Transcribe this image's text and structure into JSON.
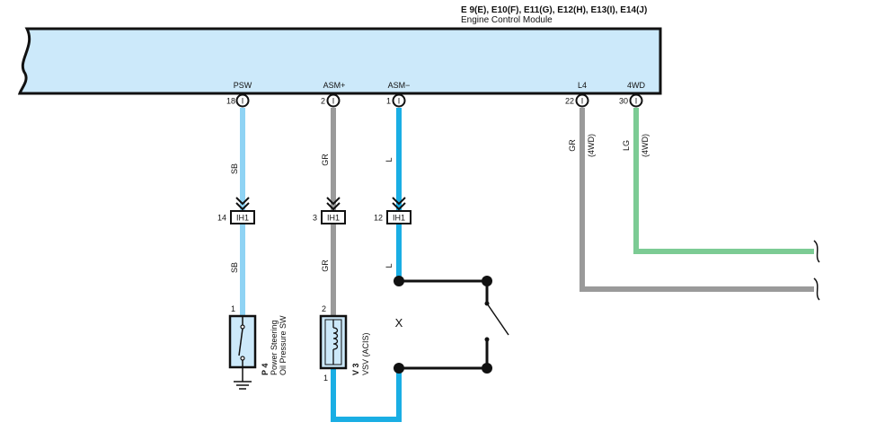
{
  "ecm": {
    "codes": "E 9(E), E10(F), E11(G), E12(H), E13(I), E14(J)",
    "name": "Engine Control Module",
    "fill_color": "#cce9fa"
  },
  "terminals": [
    {
      "id": "psw",
      "label": "PSW",
      "pin": "18",
      "pin_type": "I"
    },
    {
      "id": "asmp",
      "label": "ASM+",
      "pin": "2",
      "pin_type": "I"
    },
    {
      "id": "asmm",
      "label": "ASM−",
      "pin": "1",
      "pin_type": "I"
    },
    {
      "id": "l4",
      "label": "L4",
      "pin": "22",
      "pin_type": "I"
    },
    {
      "id": "4wd",
      "label": "4WD",
      "pin": "30",
      "pin_type": "I"
    }
  ],
  "wires": {
    "psw_upper": "SB",
    "psw_lower": "SB",
    "asmp_upper": "GR",
    "asmp_lower": "GR",
    "asmm_upper": "L",
    "asmm_lower": "L",
    "l4": "GR",
    "l4_note": "(4WD)",
    "4wd": "LG",
    "4wd_note": "(4WD)"
  },
  "wire_colors": {
    "sb": "#8fd3f4",
    "gr": "#9a9a9a",
    "l": "#1aaee4",
    "lg": "#7ccb94"
  },
  "connectors": [
    {
      "name": "IH1",
      "pin": "14"
    },
    {
      "name": "IH1",
      "pin": "3"
    },
    {
      "name": "IH1",
      "pin": "12"
    }
  ],
  "components": {
    "p4": {
      "code": "P 4",
      "name_line1": "Power Steering",
      "name_line2": "Oil Pressure SW",
      "pin_top": "1"
    },
    "v3": {
      "code": "V 3",
      "name": "VSV (ACIS)",
      "pin_top": "2",
      "pin_bottom": "1"
    }
  },
  "switch_marker": "X"
}
